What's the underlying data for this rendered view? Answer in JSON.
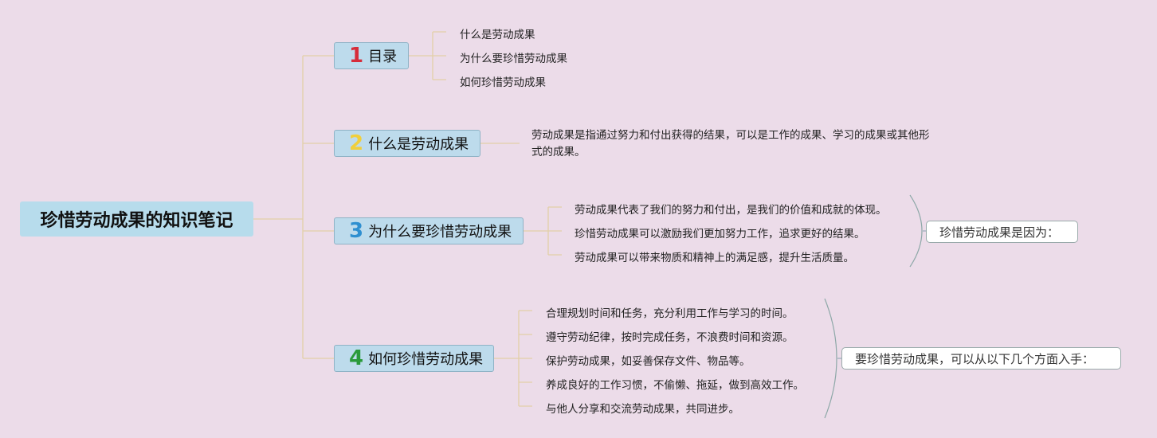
{
  "root": {
    "title": "珍惜劳动成果的知识笔记"
  },
  "branches": [
    {
      "num": "1",
      "label": "目录",
      "color": "#d62c3a"
    },
    {
      "num": "2",
      "label": "什么是劳动成果",
      "color": "#f0cf3c"
    },
    {
      "num": "3",
      "label": "为什么要珍惜劳动成果",
      "color": "#2e8fd0"
    },
    {
      "num": "4",
      "label": "如何珍惜劳动成果",
      "color": "#2a9a3a"
    }
  ],
  "toc": [
    "什么是劳动成果",
    "为什么要珍惜劳动成果",
    "如何珍惜劳动成果"
  ],
  "definition": "劳动成果是指通过努力和付出获得的结果，可以是工作的成果、学习的成果或其他形式的成果。",
  "reasons": [
    "劳动成果代表了我们的努力和付出，是我们的价值和成就的体现。",
    "珍惜劳动成果可以激励我们更加努力工作，追求更好的结果。",
    "劳动成果可以带来物质和精神上的满足感，提升生活质量。"
  ],
  "reasons_summary": "珍惜劳动成果是因为：",
  "methods": [
    "合理规划时间和任务，充分利用工作与学习的时间。",
    "遵守劳动纪律，按时完成任务，不浪费时间和资源。",
    "保护劳动成果，如妥善保存文件、物品等。",
    "养成良好的工作习惯，不偷懒、拖延，做到高效工作。",
    "与他人分享和交流劳动成果，共同进步。"
  ],
  "methods_summary": "要珍惜劳动成果，可以从以下几个方面入手：",
  "colors": {
    "background": "#ecdce9",
    "node": "#bddbec",
    "connector": "#e3cfa8"
  }
}
